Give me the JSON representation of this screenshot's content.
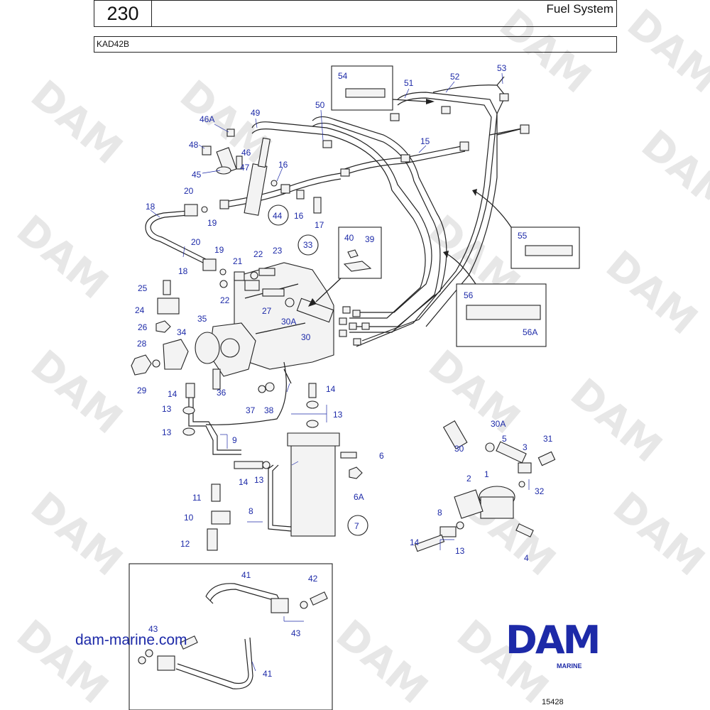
{
  "header": {
    "page_number": "230",
    "title": "Fuel System",
    "model": "KAD42B"
  },
  "footer": {
    "website": "dam-marine.com",
    "drawing_number": "15428",
    "brand_logo": "DAM",
    "brand_subtitle": "MARINE"
  },
  "watermark_text": "DAM",
  "colors": {
    "callout": "#1d2aa8",
    "logo": "#1d2aa8",
    "line": "#222222"
  },
  "callouts": {
    "p1": "1",
    "p2": "2",
    "p3": "3",
    "p4": "4",
    "p5": "5",
    "p6": "6",
    "p6A": "6A",
    "p7": "7",
    "p8a": "8",
    "p8b": "8",
    "p9": "9",
    "p10": "10",
    "p11": "11",
    "p12": "12",
    "p13a": "13",
    "p13b": "13",
    "p13c": "13",
    "p13d": "13",
    "p13e": "13",
    "p14a": "14",
    "p14b": "14",
    "p14c": "14",
    "p14d": "14",
    "p15": "15",
    "p16a": "16",
    "p16b": "16",
    "p17": "17",
    "p18a": "18",
    "p18b": "18",
    "p19a": "19",
    "p19b": "19",
    "p20a": "20",
    "p20b": "20",
    "p21": "21",
    "p22a": "22",
    "p22b": "22",
    "p23": "23",
    "p24": "24",
    "p25": "25",
    "p26": "26",
    "p27": "27",
    "p28": "28",
    "p29": "29",
    "p30a": "30",
    "p30b": "30",
    "p30A_a": "30A",
    "p30A_b": "30A",
    "p31": "31",
    "p32": "32",
    "p33": "33",
    "p34": "34",
    "p35": "35",
    "p36": "36",
    "p37": "37",
    "p38": "38",
    "p39": "39",
    "p40": "40",
    "p41a": "41",
    "p41b": "41",
    "p42": "42",
    "p43a": "43",
    "p43b": "43",
    "p44": "44",
    "p45": "45",
    "p46": "46",
    "p46A": "46A",
    "p47": "47",
    "p48": "48",
    "p49": "49",
    "p50": "50",
    "p51": "51",
    "p52": "52",
    "p53": "53",
    "p54": "54",
    "p55": "55",
    "p56": "56",
    "p56A": "56A"
  }
}
